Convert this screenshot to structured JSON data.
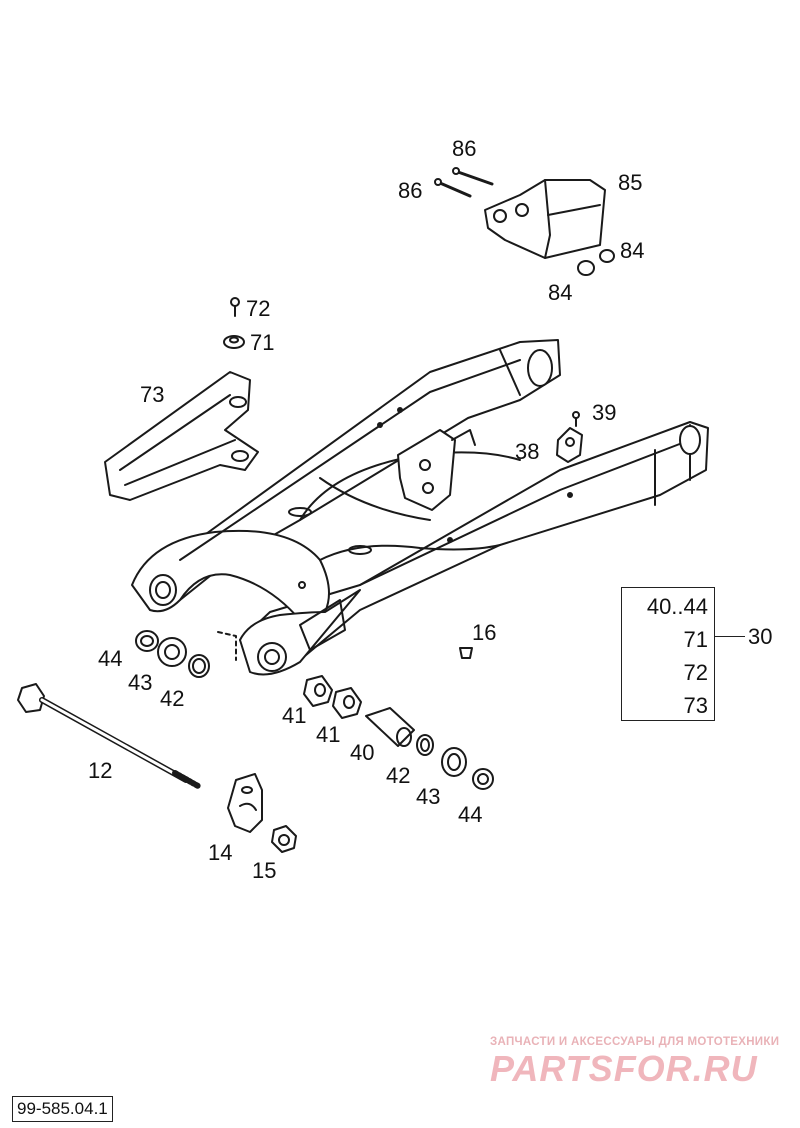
{
  "callouts": {
    "c86a": "86",
    "c86b": "86",
    "c85": "85",
    "c84a": "84",
    "c84b": "84",
    "c72": "72",
    "c71": "71",
    "c73": "73",
    "c39": "39",
    "c38": "38",
    "c16": "16",
    "c44a": "44",
    "c43a": "43",
    "c42a": "42",
    "c12": "12",
    "c41a": "41",
    "c41b": "41",
    "c40": "40",
    "c42b": "42",
    "c43b": "43",
    "c44b": "44",
    "c14": "14",
    "c15": "15"
  },
  "kit": {
    "lines": [
      "40..44",
      "71",
      "72",
      "73"
    ],
    "number": "30"
  },
  "watermark": {
    "caption": "ЗАПЧАСТИ И АКСЕССУАРЫ ДЛЯ МОТОТЕХНИКИ",
    "logo": "PARTSFOR.RU"
  },
  "drawing_number": "99-585.04.1"
}
